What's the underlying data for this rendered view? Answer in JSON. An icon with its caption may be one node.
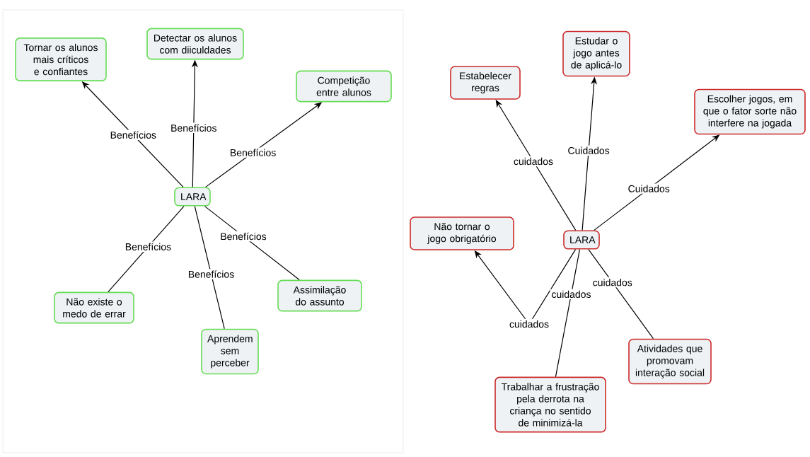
{
  "diagram": {
    "nodes": [
      {
        "text": [
          "LARA"
        ]
      },
      {
        "text": [
          "Tornar os alunos mais críticos e confiantes"
        ]
      },
      {
        "text": [
          "Detectar os alunos com diiculdades"
        ]
      },
      {
        "text": [
          "Competição entre alunos"
        ]
      },
      {
        "text": [
          "Não existe o medo de errar"
        ]
      },
      {
        "text": [
          "Aprendem sem perceber"
        ]
      },
      {
        "text": [
          "Assimilação do assunto"
        ]
      },
      {
        "text": [
          "LARA"
        ]
      },
      {
        "text": [
          "Estabelecer regras"
        ]
      },
      {
        "text": [
          "Estudar o jogo antes de aplicá-lo"
        ]
      },
      {
        "text": [
          "Escolher jogos, em que o fator sorte não interfere na jogada"
        ]
      },
      {
        "text": [
          "Não tornar o jogo obrigatório"
        ]
      },
      {
        "text": [
          "Trabalhar a frustração pela derrota na criança no sentido de minimizá-la"
        ]
      },
      {
        "text": [
          "Atividades que promovam interação social"
        ]
      }
    ],
    "edges": [
      {
        "from": 0,
        "to": 1,
        "arrow": "to",
        "label": "Benefícios"
      },
      {
        "from": 0,
        "to": 2,
        "arrow": "to",
        "label": "Benefícios"
      },
      {
        "from": 0,
        "to": 3,
        "arrow": "to",
        "label": "Benefícios"
      },
      {
        "from": 0,
        "to": 6,
        "arrow": "none",
        "label": "Benefícios"
      },
      {
        "from": 0,
        "to": 4,
        "arrow": "none",
        "label": "Benefícios"
      },
      {
        "from": 0,
        "to": 5,
        "arrow": "none",
        "label": "Benefícios"
      },
      {
        "from": 7,
        "to": 8,
        "arrow": "to",
        "label": "cuidados"
      },
      {
        "from": 7,
        "to": 9,
        "arrow": "to",
        "label": "Cuidados"
      },
      {
        "from": 7,
        "to": 10,
        "arrow": "to",
        "label": "Cuidados"
      },
      {
        "from": 7,
        "to": 13,
        "arrow": "none",
        "label": "cuidados"
      },
      {
        "from": 7,
        "to": 11,
        "arrow": "to",
        "label": "cuidados"
      },
      {
        "from": 7,
        "to": 12,
        "arrow": "none",
        "label": "cuidados"
      }
    ]
  }
}
